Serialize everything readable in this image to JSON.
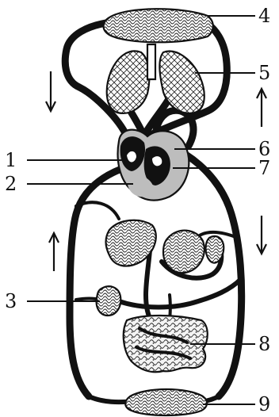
{
  "labels": {
    "l1": "1",
    "l2": "2",
    "l3": "3",
    "l4": "4",
    "l5": "5",
    "l6": "6",
    "l7": "7",
    "l8": "8",
    "l9": "9"
  },
  "colors": {
    "ink": "#111111",
    "shade": "#bdbdbd",
    "paper": "#ffffff"
  }
}
